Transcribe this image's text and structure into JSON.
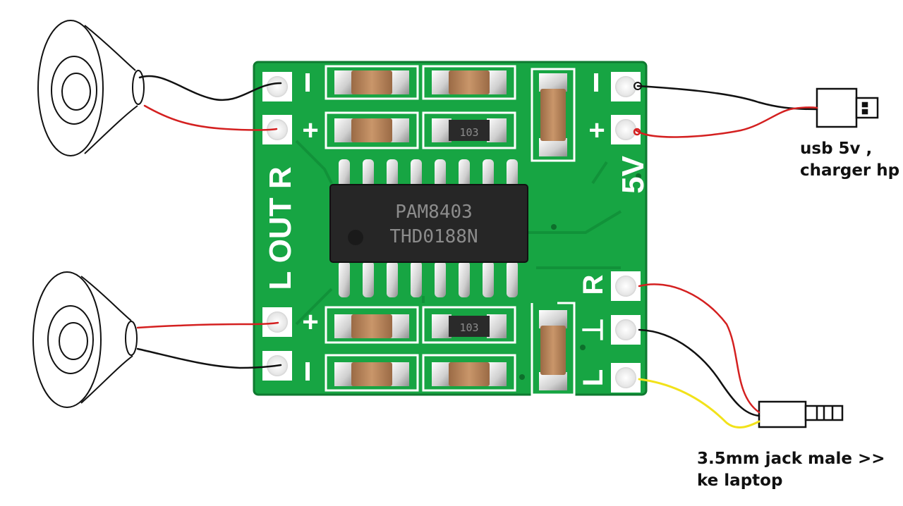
{
  "board": {
    "chip_line1": "PAM8403",
    "chip_line2": "THD0188N",
    "resistor_code": "103",
    "label_lout": "L OUT R",
    "label_5v": "5V",
    "label_plus": "+",
    "label_minus": "-",
    "label_R": "R",
    "label_ground": "⊥",
    "label_L": "L"
  },
  "annotations": {
    "usb_line1": "usb 5v ,",
    "usb_line2": "charger hp",
    "jack_line1": "3.5mm jack male >>",
    "jack_line2": "ke laptop"
  },
  "colors": {
    "pcb": "#17a543",
    "pcb_dark": "#0f8a35",
    "silkscreen": "#ffffff",
    "wire_red": "#d42020",
    "wire_black": "#111111",
    "wire_yellow": "#f2e21a",
    "chip_body": "#2a2a2a",
    "capacitor": "#b7855a"
  },
  "icons": [
    "speaker-icon",
    "usb-plug-icon",
    "audio-jack-icon"
  ]
}
